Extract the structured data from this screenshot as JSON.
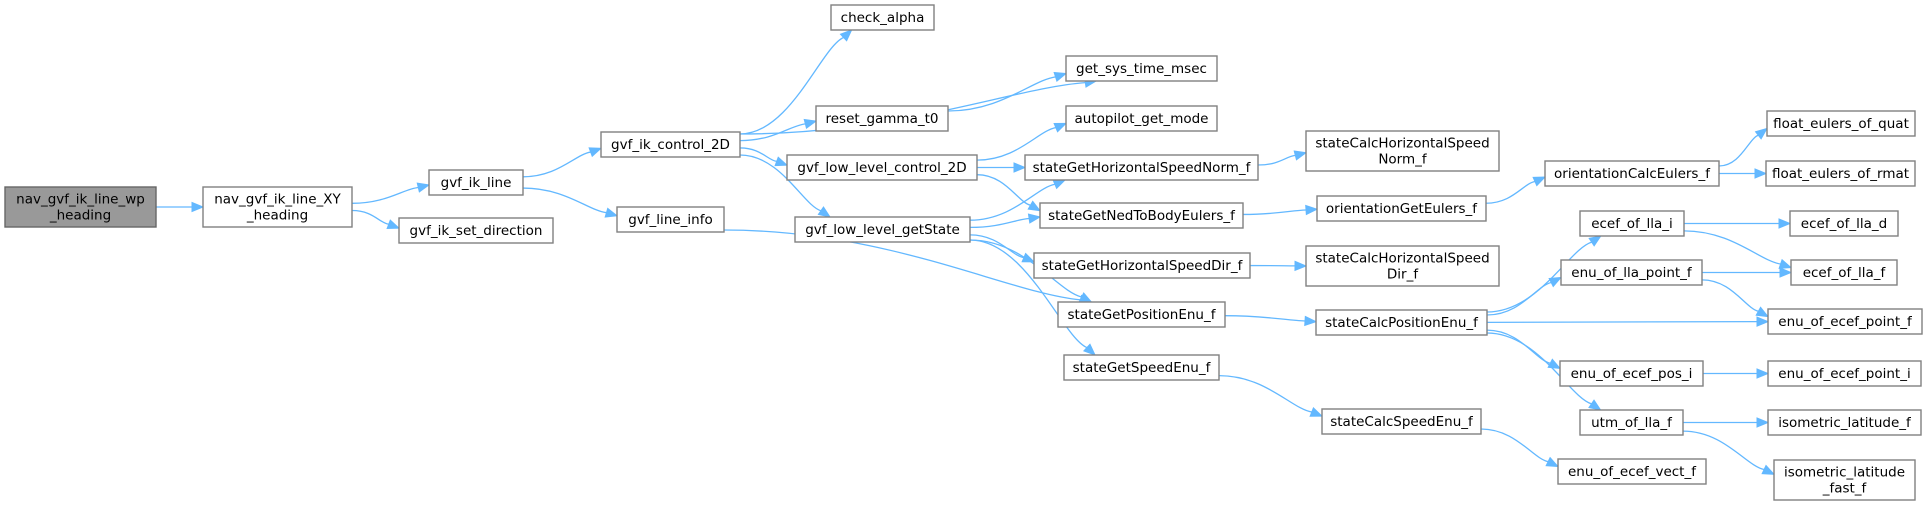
{
  "graph": {
    "title": "Call graph of nav_gvf_ik_line_wp_heading",
    "edge_color": "#63b8ff",
    "root_fill": "#999999",
    "node_fill": "#ffffff",
    "nodes": [
      {
        "id": "n0",
        "lines": [
          "nav_gvf_ik_line_wp",
          "_heading"
        ],
        "root": true
      },
      {
        "id": "n1",
        "lines": [
          "nav_gvf_ik_line_XY",
          "_heading"
        ]
      },
      {
        "id": "n2",
        "lines": [
          "gvf_ik_line"
        ]
      },
      {
        "id": "n3",
        "lines": [
          "gvf_ik_set_direction"
        ]
      },
      {
        "id": "n4",
        "lines": [
          "gvf_ik_control_2D"
        ]
      },
      {
        "id": "n5",
        "lines": [
          "gvf_line_info"
        ]
      },
      {
        "id": "n6",
        "lines": [
          "check_alpha"
        ]
      },
      {
        "id": "n7",
        "lines": [
          "get_sys_time_msec"
        ]
      },
      {
        "id": "n8",
        "lines": [
          "reset_gamma_t0"
        ]
      },
      {
        "id": "n9",
        "lines": [
          "autopilot_get_mode"
        ]
      },
      {
        "id": "n10",
        "lines": [
          "gvf_low_level_control_2D"
        ]
      },
      {
        "id": "n11",
        "lines": [
          "stateGetHorizontalSpeedNorm_f"
        ]
      },
      {
        "id": "n12",
        "lines": [
          "stateCalcHorizontalSpeed",
          "Norm_f"
        ]
      },
      {
        "id": "n13",
        "lines": [
          "gvf_low_level_getState"
        ]
      },
      {
        "id": "n14",
        "lines": [
          "stateGetNedToBodyEulers_f"
        ]
      },
      {
        "id": "n15",
        "lines": [
          "orientationGetEulers_f"
        ]
      },
      {
        "id": "n16",
        "lines": [
          "orientationCalcEulers_f"
        ]
      },
      {
        "id": "n17",
        "lines": [
          "float_eulers_of_quat"
        ]
      },
      {
        "id": "n18",
        "lines": [
          "float_eulers_of_rmat"
        ]
      },
      {
        "id": "n19",
        "lines": [
          "stateGetHorizontalSpeedDir_f"
        ]
      },
      {
        "id": "n20",
        "lines": [
          "stateCalcHorizontalSpeed",
          "Dir_f"
        ]
      },
      {
        "id": "n21",
        "lines": [
          "stateGetPositionEnu_f"
        ]
      },
      {
        "id": "n22",
        "lines": [
          "stateCalcPositionEnu_f"
        ]
      },
      {
        "id": "n23",
        "lines": [
          "stateGetSpeedEnu_f"
        ]
      },
      {
        "id": "n24",
        "lines": [
          "stateCalcSpeedEnu_f"
        ]
      },
      {
        "id": "n25",
        "lines": [
          "ecef_of_lla_i"
        ]
      },
      {
        "id": "n26",
        "lines": [
          "ecef_of_lla_d"
        ]
      },
      {
        "id": "n27",
        "lines": [
          "enu_of_lla_point_f"
        ]
      },
      {
        "id": "n28",
        "lines": [
          "ecef_of_lla_f"
        ]
      },
      {
        "id": "n29",
        "lines": [
          "enu_of_ecef_point_f"
        ]
      },
      {
        "id": "n30",
        "lines": [
          "enu_of_ecef_pos_i"
        ]
      },
      {
        "id": "n31",
        "lines": [
          "enu_of_ecef_point_i"
        ]
      },
      {
        "id": "n32",
        "lines": [
          "utm_of_lla_f"
        ]
      },
      {
        "id": "n33",
        "lines": [
          "isometric_latitude_f"
        ]
      },
      {
        "id": "n34",
        "lines": [
          "enu_of_ecef_vect_f"
        ]
      },
      {
        "id": "n35",
        "lines": [
          "isometric_latitude",
          "_fast_f"
        ]
      }
    ],
    "edges": [
      [
        "n0",
        "n1"
      ],
      [
        "n1",
        "n2"
      ],
      [
        "n1",
        "n3"
      ],
      [
        "n2",
        "n4"
      ],
      [
        "n2",
        "n5"
      ],
      [
        "n4",
        "n6"
      ],
      [
        "n4",
        "n7"
      ],
      [
        "n4",
        "n8"
      ],
      [
        "n4",
        "n10"
      ],
      [
        "n4",
        "n13"
      ],
      [
        "n8",
        "n7"
      ],
      [
        "n5",
        "n21"
      ],
      [
        "n10",
        "n9"
      ],
      [
        "n10",
        "n11"
      ],
      [
        "n10",
        "n14"
      ],
      [
        "n11",
        "n12"
      ],
      [
        "n13",
        "n11"
      ],
      [
        "n13",
        "n14"
      ],
      [
        "n13",
        "n19"
      ],
      [
        "n13",
        "n21"
      ],
      [
        "n13",
        "n23"
      ],
      [
        "n14",
        "n15"
      ],
      [
        "n15",
        "n16"
      ],
      [
        "n16",
        "n17"
      ],
      [
        "n16",
        "n18"
      ],
      [
        "n19",
        "n20"
      ],
      [
        "n21",
        "n22"
      ],
      [
        "n22",
        "n25"
      ],
      [
        "n22",
        "n27"
      ],
      [
        "n22",
        "n29"
      ],
      [
        "n22",
        "n30"
      ],
      [
        "n22",
        "n32"
      ],
      [
        "n23",
        "n24"
      ],
      [
        "n24",
        "n34"
      ],
      [
        "n25",
        "n26"
      ],
      [
        "n25",
        "n28"
      ],
      [
        "n27",
        "n28"
      ],
      [
        "n27",
        "n29"
      ],
      [
        "n30",
        "n31"
      ],
      [
        "n32",
        "n33"
      ],
      [
        "n32",
        "n35"
      ]
    ]
  }
}
